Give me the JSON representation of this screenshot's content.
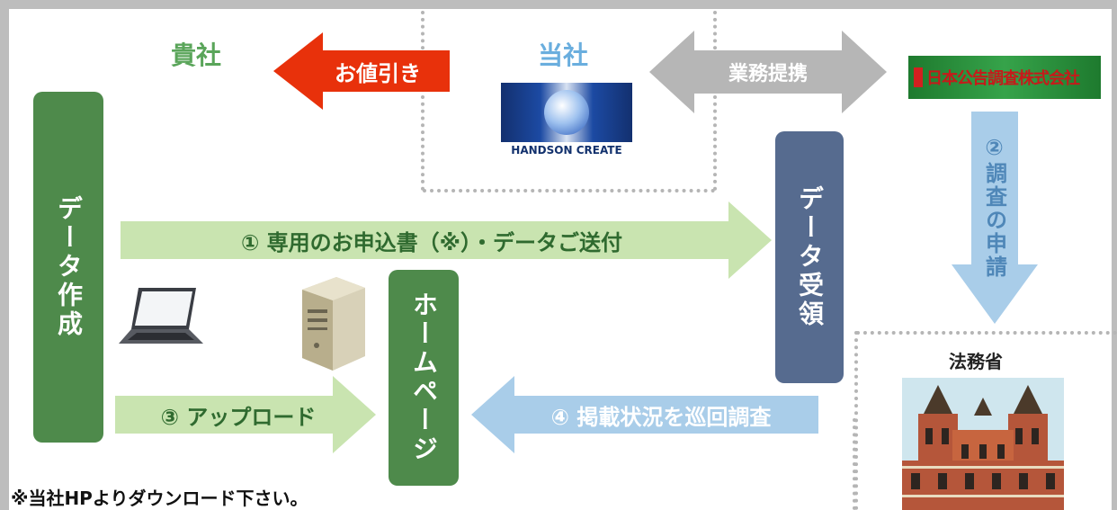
{
  "headers": {
    "client": "貴社",
    "company": "当社"
  },
  "arrows": {
    "discount": "お値引き",
    "partnership": "業務提携",
    "step1": "① 専用のお申込書（※）・データご送付",
    "step2": "②調査の申請",
    "step3": "③ アップロード",
    "step4": "④ 掲載状況を巡回調査"
  },
  "boxes": {
    "data_create": "データ作成",
    "data_receive": "データ受領",
    "homepage": "ホームページ"
  },
  "logos": {
    "handson": "HANDSON CREATE",
    "nihon": "日本公告調査株式会社"
  },
  "ministry": {
    "label": "法務省"
  },
  "footnote": "※当社HPよりダウンロード下さい。",
  "colors": {
    "green_dark": "#4e8a4b",
    "green_light": "#c9e4b0",
    "blue_box": "#566b8f",
    "blue_arrow": "#a9cde9",
    "red": "#e8310b",
    "gray_arrow": "#b6b6b6",
    "client_green": "#5aa55a",
    "company_blue": "#6aaede"
  }
}
